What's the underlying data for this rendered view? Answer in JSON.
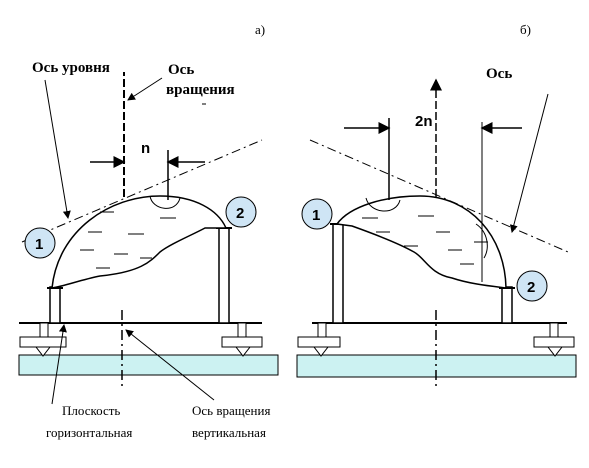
{
  "panel_a": {
    "tag": "а)",
    "level_axis_label": "Ось уровня",
    "rotation_axis_label_line1": "Ось",
    "rotation_axis_label_line2": "вращения",
    "offset_label": "n",
    "bubble_left": "1",
    "bubble_right": "2",
    "plane_label_line1": "Плоскость",
    "plane_label_line2": "горизонтальная",
    "vertical_axis_label_line1": "Ось вращения",
    "vertical_axis_label_line2": "вертикальная"
  },
  "panel_b": {
    "tag": "б)",
    "axis_label": "Ось",
    "offset_label": "2n",
    "bubble_left": "1",
    "bubble_right": "2"
  },
  "colors": {
    "base_fill": "#ccf2f2",
    "bubble_fill": "#cfe5f5",
    "line": "#000000"
  }
}
